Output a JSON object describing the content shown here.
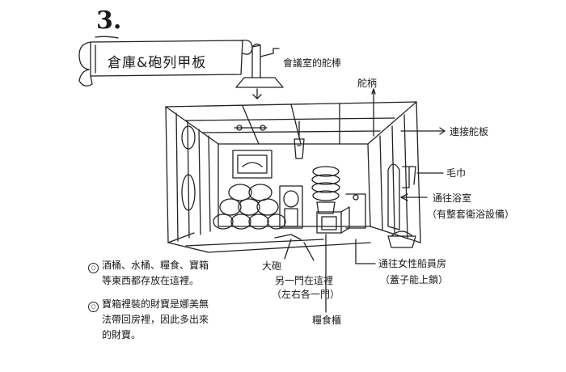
{
  "section_number": "3.",
  "title": "倉庫&砲列甲板",
  "labels": {
    "conference_helm": "會議室的舵棒",
    "helm_handle": "舵柄",
    "connect_helm": "連接舵板",
    "towel": "毛巾",
    "to_bathroom": "通往浴室",
    "bathroom_note": "（有整套衛浴設備）",
    "to_female_quarters": "通往女性船員房",
    "lock_note": "（蓋子能上鎖）",
    "cannon": "大砲",
    "cannon_note": "另一門在這裡",
    "cannon_note2": "（左右各一門）",
    "food_cabinet": "糧食櫃"
  },
  "notes": [
    {
      "lines": [
        "酒桶、水桶、糧食、寶箱",
        "等東西都存放在這裡。"
      ]
    },
    {
      "lines": [
        "寶箱裡裝的財寶是娜美無",
        "法帶回房裡，因此多出來",
        "的財寶。"
      ]
    }
  ]
}
